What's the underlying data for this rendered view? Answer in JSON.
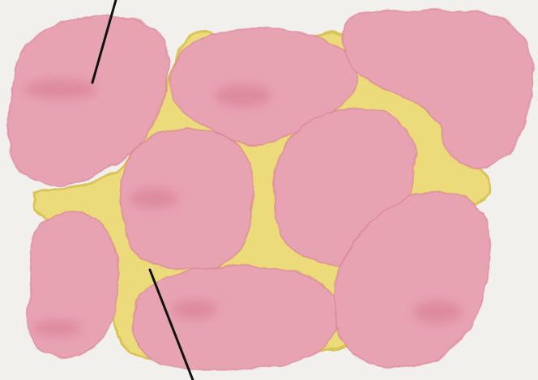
{
  "image": {
    "description_tag": "watercolor-cell-illustration",
    "colors": {
      "paper": "#f1f0ed",
      "cell_fill": "#e8a3b3",
      "cell_shade": "#d77990",
      "matrix_fill": "#ebdb7a",
      "matrix_edge": "#d9c45a",
      "leader_line": "#111111"
    },
    "cells": [
      {
        "name": "cell-top-left"
      },
      {
        "name": "cell-top-middle"
      },
      {
        "name": "cell-top-right"
      },
      {
        "name": "cell-middle-left"
      },
      {
        "name": "cell-center"
      },
      {
        "name": "cell-bottom-left"
      },
      {
        "name": "cell-bottom-middle"
      },
      {
        "name": "cell-bottom-right"
      }
    ],
    "leader_lines": [
      {
        "name": "leader-line-top"
      },
      {
        "name": "leader-line-bottom"
      }
    ]
  }
}
